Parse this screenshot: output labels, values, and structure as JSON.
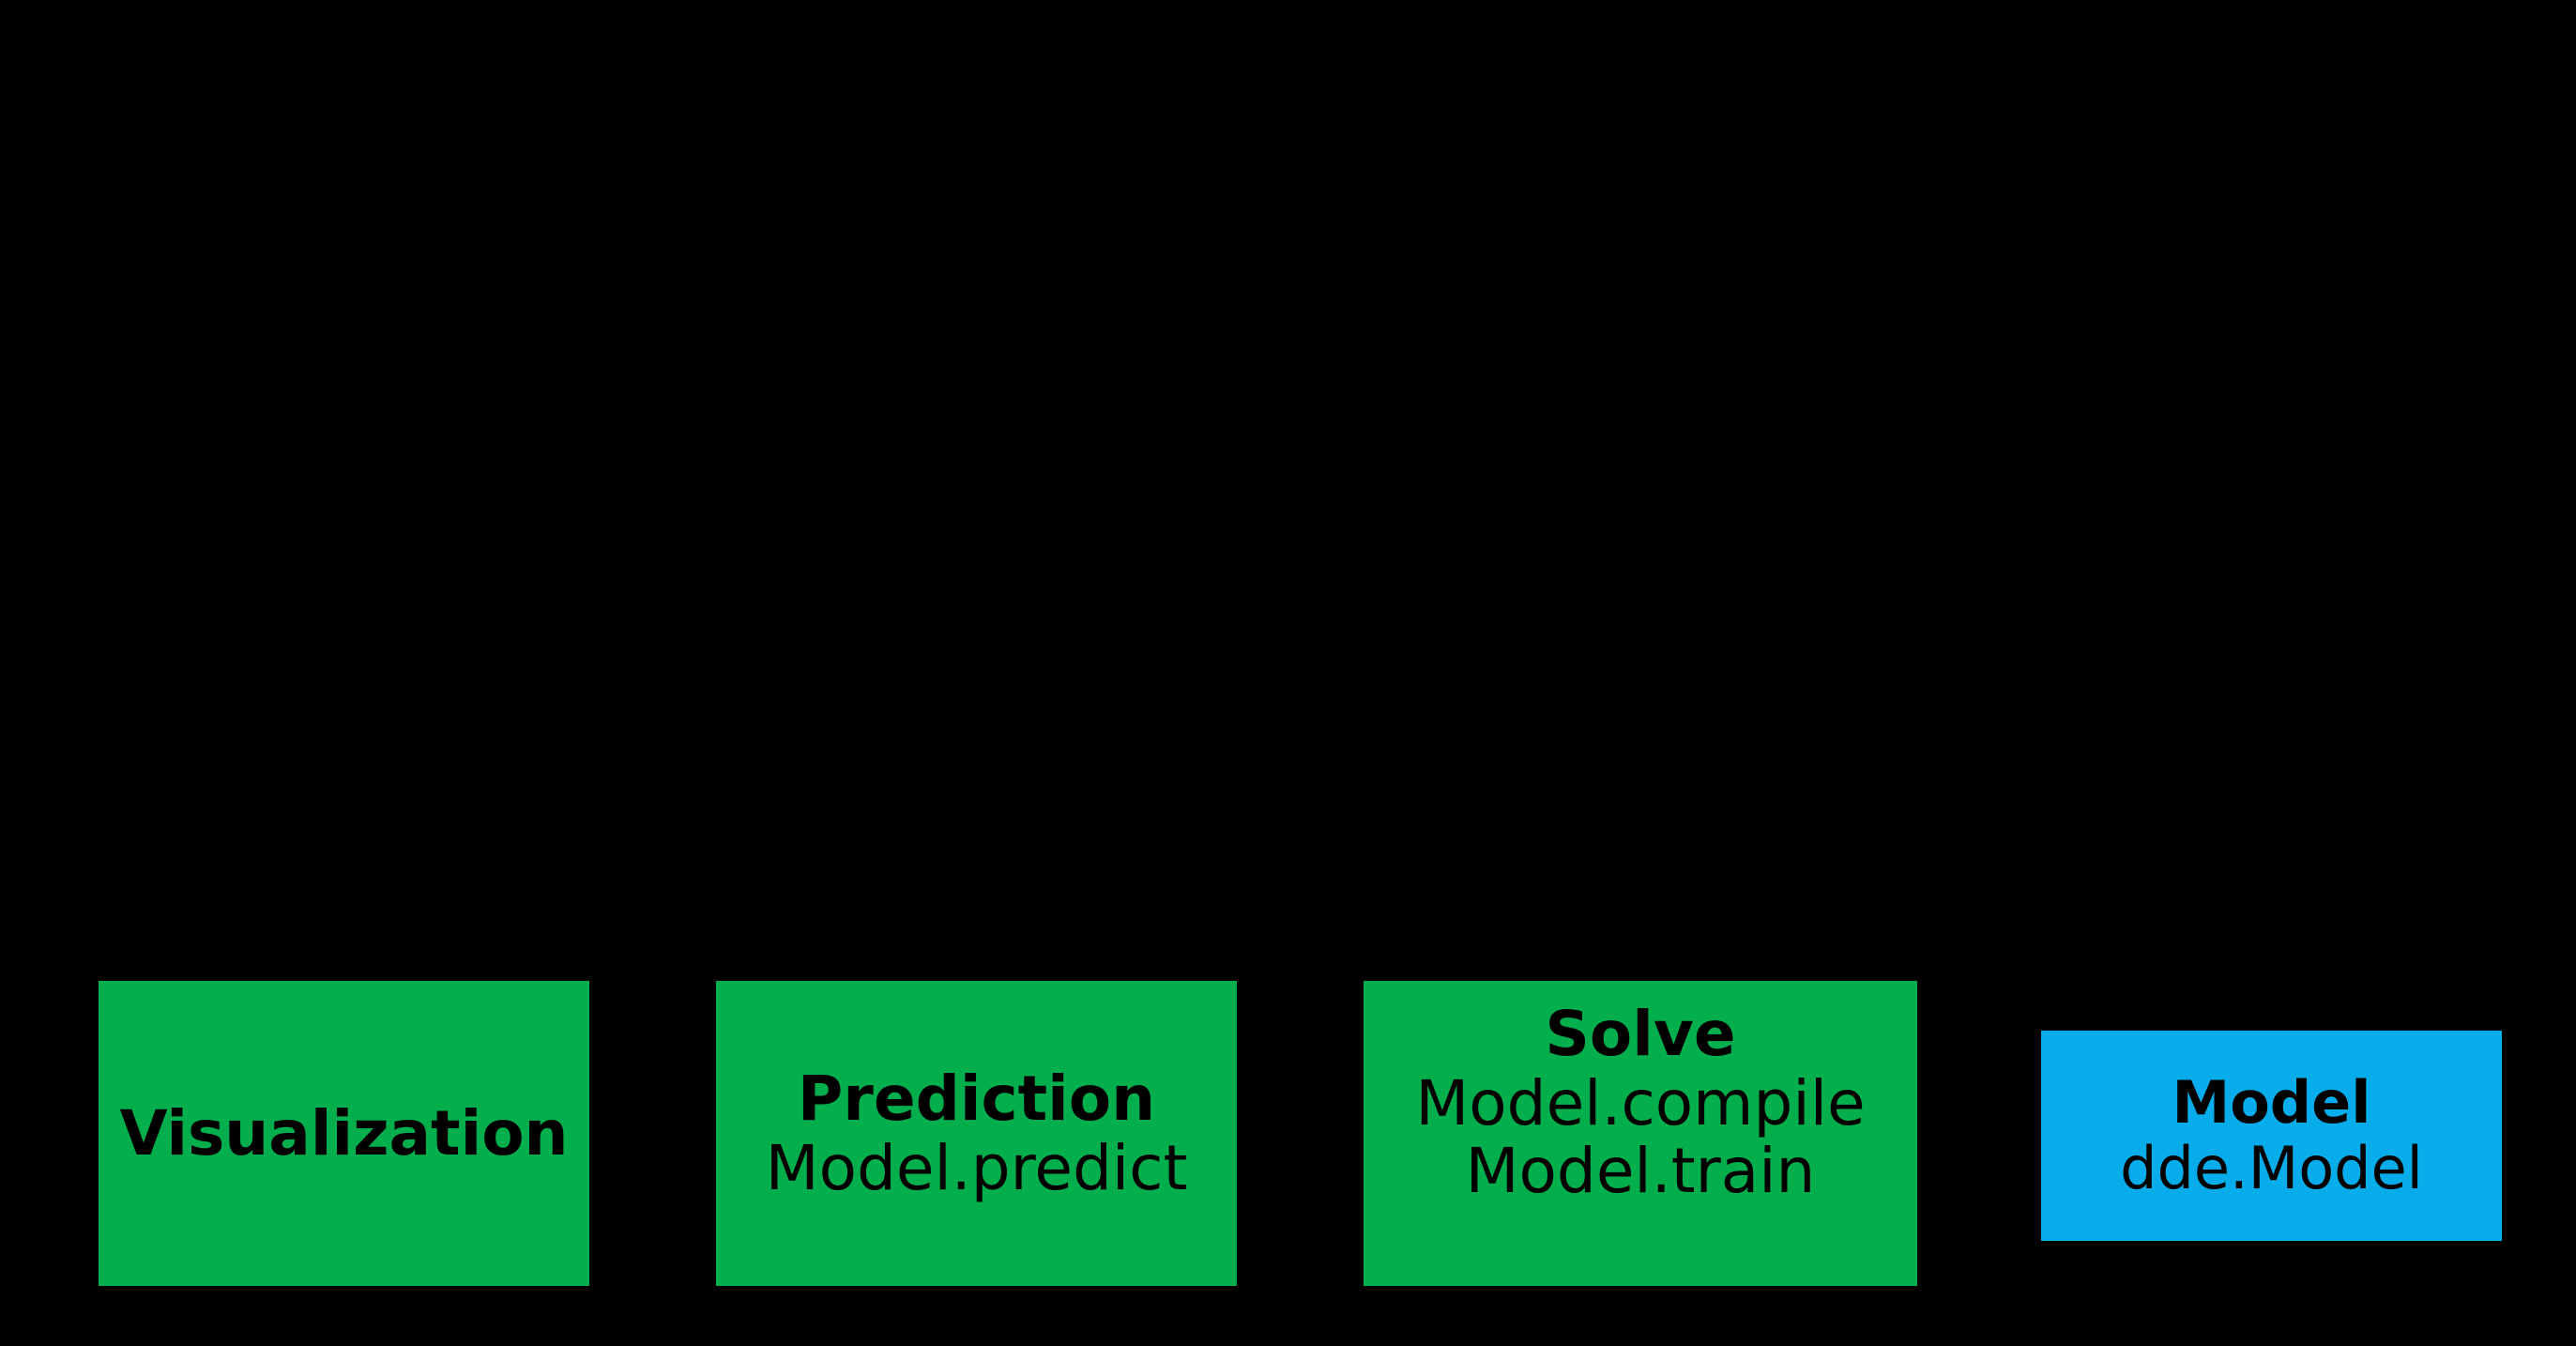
{
  "diagram": {
    "background_color": "#000000",
    "nodes": [
      {
        "id": "visualization",
        "title": "Visualization",
        "subtitles": [],
        "fill_color": "#03AF4C",
        "text_color": "#000000"
      },
      {
        "id": "prediction",
        "title": "Prediction",
        "subtitles": [
          "Model.predict"
        ],
        "fill_color": "#03AF4C",
        "text_color": "#000000"
      },
      {
        "id": "solve",
        "title": "Solve",
        "subtitles": [
          "Model.compile",
          "Model.train"
        ],
        "fill_color": "#03AF4C",
        "text_color": "#000000"
      },
      {
        "id": "model",
        "title": "Model",
        "subtitles": [
          "dde.Model"
        ],
        "fill_color": "#06ADEA",
        "text_color": "#000000"
      }
    ]
  }
}
